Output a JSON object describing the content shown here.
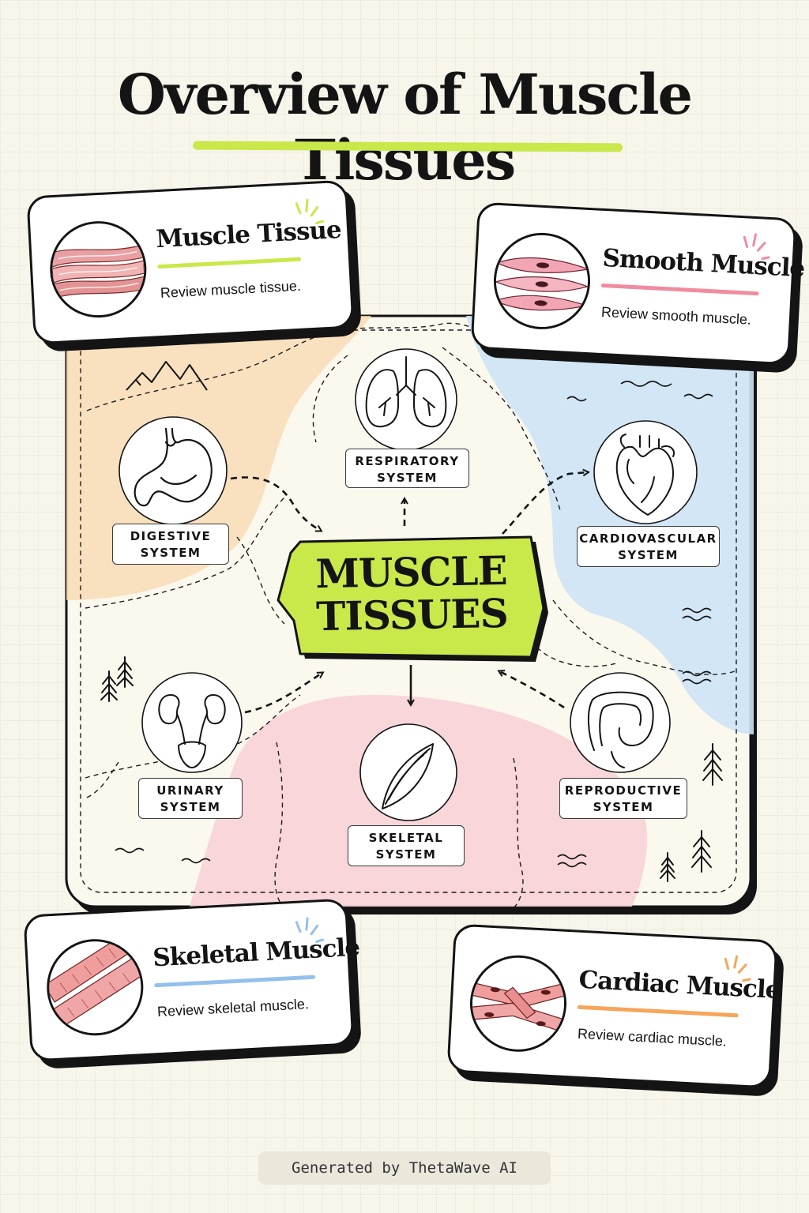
{
  "title": "Overview of Muscle Tissues",
  "center": {
    "line1": "MUSCLE",
    "line2": "TISSUES"
  },
  "systems": {
    "respiratory": {
      "line1": "RESPIRATORY",
      "line2": "SYSTEM"
    },
    "digestive": {
      "line1": "DIGESTIVE",
      "line2": "SYSTEM"
    },
    "cardiovascular": {
      "line1": "CARDIOVASCULAR",
      "line2": "SYSTEM"
    },
    "urinary": {
      "line1": "URINARY",
      "line2": "SYSTEM"
    },
    "skeletal": {
      "line1": "SKELETAL",
      "line2": "SYSTEM"
    },
    "reproductive": {
      "line1": "REPRODUCTIVE",
      "line2": "SYSTEM"
    }
  },
  "cards": [
    {
      "title": "Muscle Tissue",
      "description": "Review muscle tissue.",
      "accent": "#c9e84a"
    },
    {
      "title": "Smooth Muscle",
      "description": "Review smooth muscle.",
      "accent": "#f08ca0"
    },
    {
      "title": "Skeletal Muscle",
      "description": "Review skeletal muscle.",
      "accent": "#93c0ec"
    },
    {
      "title": "Cardiac Muscle",
      "description": "Review cardiac muscle.",
      "accent": "#f6a55a"
    }
  ],
  "footer": "Generated by ThetaWave AI",
  "colors": {
    "background": "#f8f5ea",
    "center_banner": "#c9e84a",
    "region_orange": "#f8dcb5",
    "region_blue": "#cde3f5",
    "region_pink": "#f7d2d6",
    "ink": "#141414"
  },
  "icons": [
    "stomach-icon",
    "lungs-icon",
    "heart-icon",
    "kidneys-icon",
    "muscle-spindle-icon",
    "intestine-icon",
    "mountains-icon",
    "pine-tree-icon",
    "waves-icon"
  ]
}
